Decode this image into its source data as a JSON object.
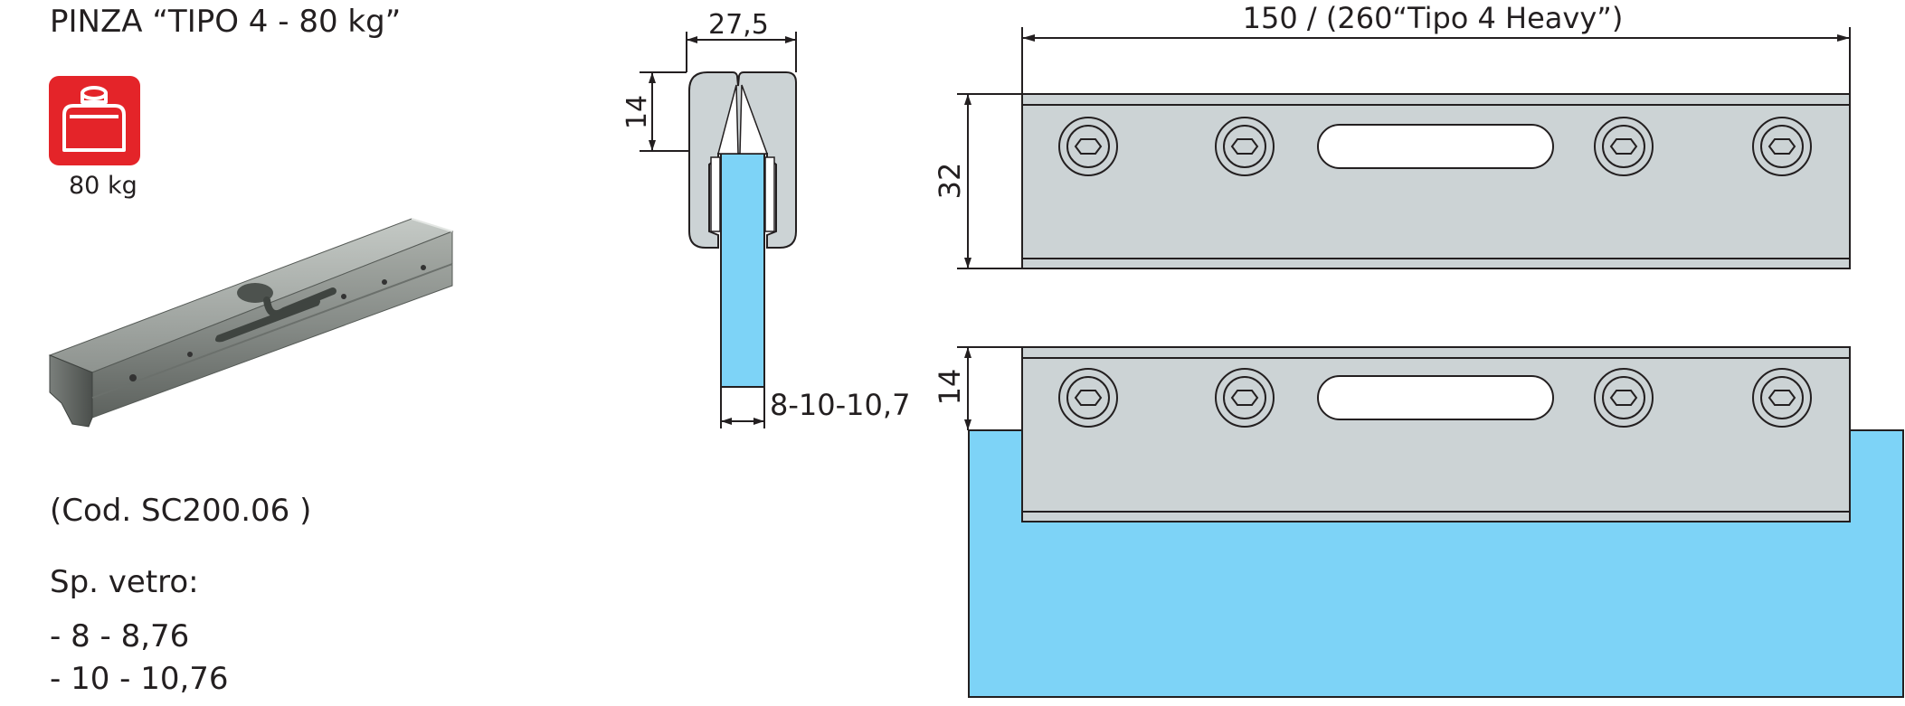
{
  "product": {
    "title": "PINZA “TIPO 4 - 80 kg”",
    "code": "(Cod. SC200.06 )"
  },
  "load_badge": {
    "icon": "weight-icon",
    "label": "80 kg",
    "color": "#e42429"
  },
  "glass": {
    "heading": "Sp. vetro:",
    "options": [
      "- 8 - 8,76",
      "- 10 - 10,76"
    ],
    "color": "#7dd3f7"
  },
  "dimensions": {
    "width": "27,5",
    "depth": "14",
    "glass_thickness": "8-10-10,7",
    "length": "150 / (260“Tipo 4 Heavy”)",
    "height": "32",
    "grip_depth": "14"
  },
  "colors": {
    "metal": "#ccd3d5",
    "line": "#231f20"
  }
}
